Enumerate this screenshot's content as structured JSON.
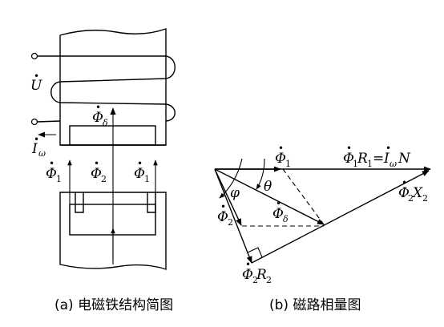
{
  "captions": {
    "a": "(a)  电磁铁结构简图",
    "b": "(b)  磁路相量图"
  },
  "left_labels": {
    "U": "U",
    "I_omega": "I",
    "I_omega_sub": "ω",
    "phi_delta": "Φ",
    "phi_delta_sub": "δ",
    "phi1_left": "Φ",
    "phi1_left_sub": "1",
    "phi2": "Φ",
    "phi2_sub": "2",
    "phi1_right": "Φ",
    "phi1_right_sub": "1"
  },
  "right_labels": {
    "phi1": "Φ",
    "phi1_sub": "1",
    "eq_phi": "Φ",
    "eq_phi_sub": "1",
    "eq_R": "R",
    "eq_R_sub": "1",
    "eq_eq": "=",
    "eq_I": "I",
    "eq_I_sub": "ω",
    "eq_N": "N",
    "theta": "θ",
    "phi_sym": "φ",
    "phi_delta": "Φ",
    "phi_delta_sub": "δ",
    "phi2": "Φ",
    "phi2_sub": "2",
    "phi2X2_phi": "Φ",
    "phi2X2_sub": "2",
    "phi2X2_X": "X",
    "phi2X2_Xsub": "2",
    "phi2R2_phi": "Φ",
    "phi2R2_sub": "2",
    "phi2R2_R": "R",
    "phi2R2_Rsub": "2"
  }
}
